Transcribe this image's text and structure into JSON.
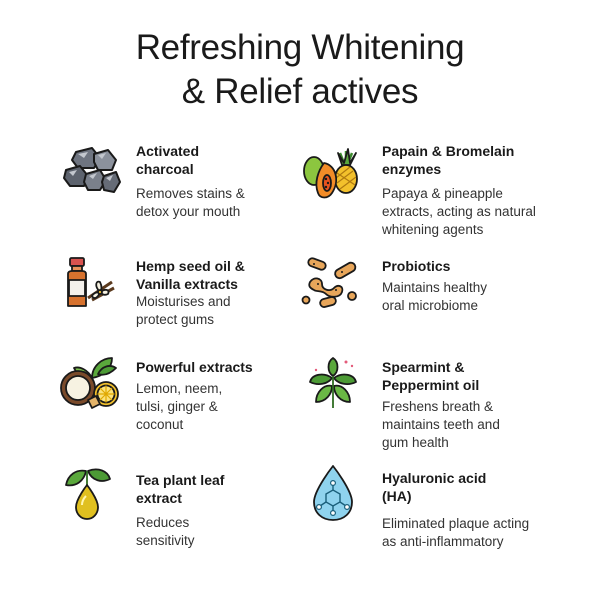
{
  "title": {
    "line1": "Refreshing Whitening",
    "line2": "& Relief actives"
  },
  "items": [
    {
      "icon": "charcoal-icon",
      "name": [
        "Activated",
        "charcoal"
      ],
      "desc": [
        "Removes stains &",
        "detox your mouth"
      ]
    },
    {
      "icon": "papaya-pineapple-icon",
      "name": [
        "Papain & Bromelain",
        "enzymes"
      ],
      "desc": [
        "Papaya & pineapple",
        "extracts, acting as natural",
        "whitening agents"
      ]
    },
    {
      "icon": "oil-bottle-vanilla-icon",
      "name": [
        "Hemp seed oil &",
        "Vanilla extracts"
      ],
      "desc": [
        "Moisturises and",
        "protect gums"
      ]
    },
    {
      "icon": "probiotics-icon",
      "name": [
        "Probiotics"
      ],
      "desc": [
        "Maintains healthy",
        "oral microbiome"
      ]
    },
    {
      "icon": "coconut-lemon-herbs-icon",
      "name": [
        "Powerful extracts"
      ],
      "desc": [
        "Lemon, neem,",
        "tulsi, ginger &",
        "coconut"
      ]
    },
    {
      "icon": "mint-leaves-icon",
      "name": [
        "Spearmint &",
        "Peppermint oil"
      ],
      "desc": [
        "Freshens breath &",
        "maintains teeth and",
        "gum health"
      ]
    },
    {
      "icon": "tea-leaf-drop-icon",
      "name": [
        "Tea plant leaf",
        "extract"
      ],
      "desc": [
        "Reduces",
        "sensitivity"
      ]
    },
    {
      "icon": "hyaluronic-drop-icon",
      "name": [
        "Hyaluronic acid",
        "(HA)"
      ],
      "desc": [
        "Eliminated plaque acting",
        "as anti-inflammatory"
      ]
    }
  ]
}
